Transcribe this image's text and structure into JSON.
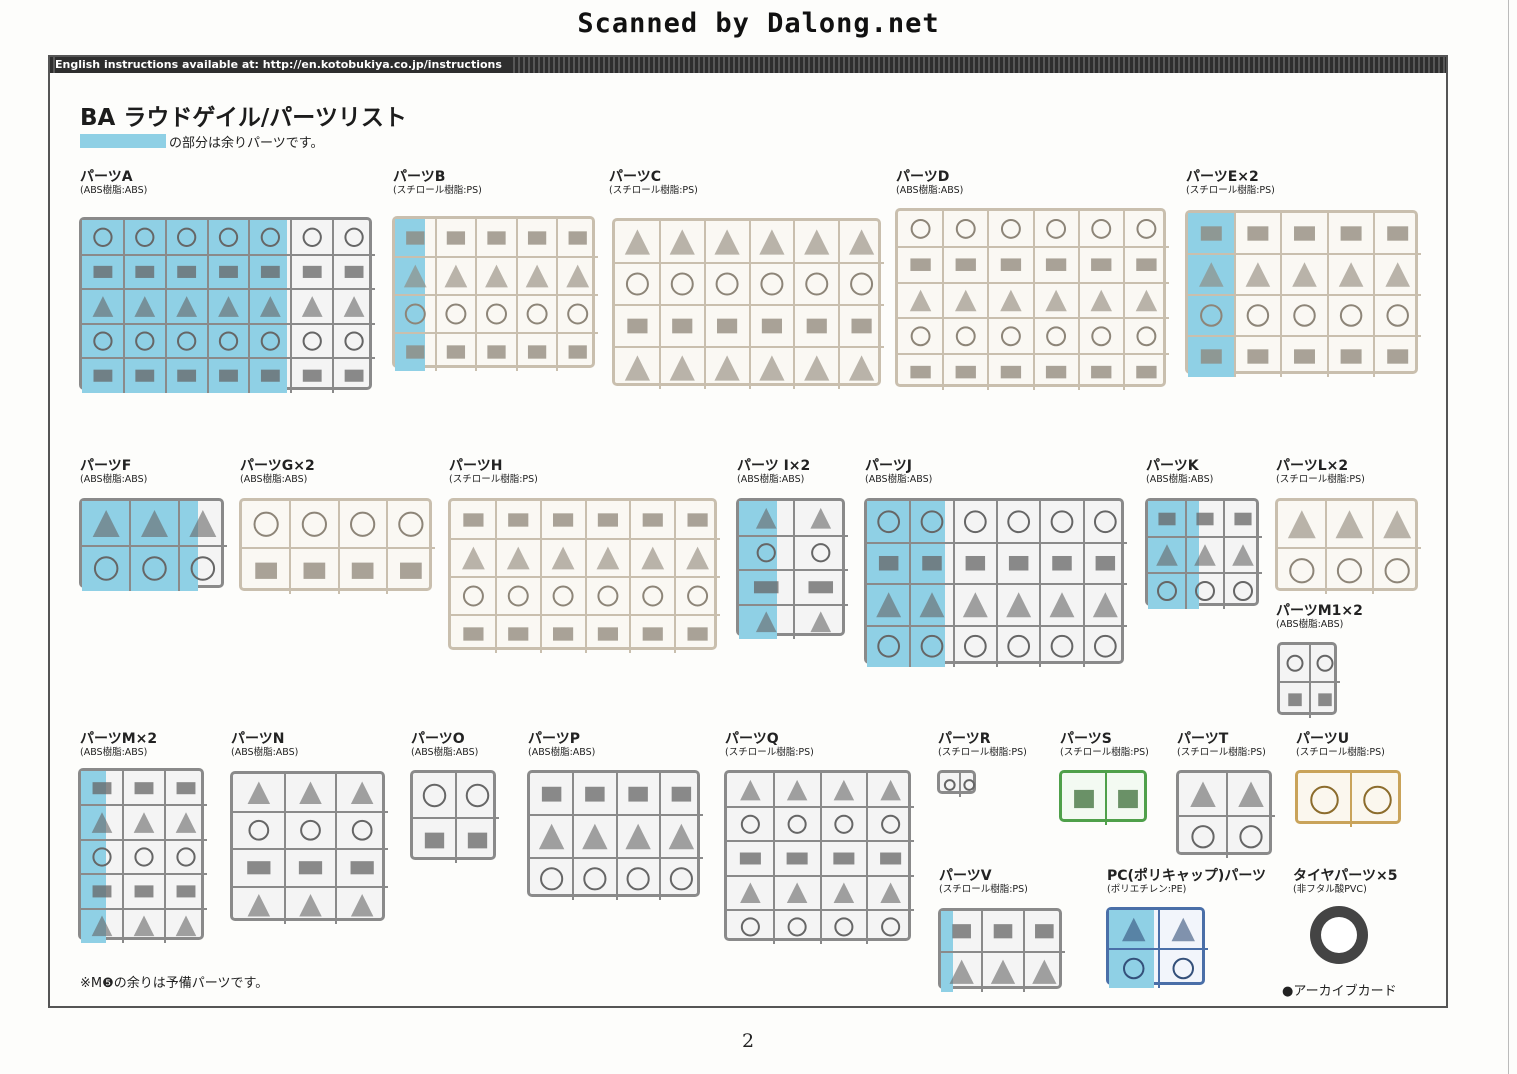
{
  "header": {
    "scan_credit": "Scanned by Dalong.net",
    "url_text": "English instructions available at: http://en.kotobukiya.co.jp/instructions"
  },
  "title": "BA ラウドゲイル/パーツリスト",
  "legend_text": "の部分は余りパーツです。",
  "colors": {
    "highlight": "#8fd0e5",
    "sprue_gray": "#8a8a8a",
    "sprue_beige": "#c9bfae",
    "sprue_green": "#4fa04a",
    "sprue_gold": "#c9a35a",
    "sprue_blue": "#4a6fa8"
  },
  "sprues": [
    {
      "id": "A",
      "name": "パーツA",
      "material": "(ABS樹脂:ABS)"
    },
    {
      "id": "B",
      "name": "パーツB",
      "material": "(スチロール樹脂:PS)"
    },
    {
      "id": "C",
      "name": "パーツC",
      "material": "(スチロール樹脂:PS)"
    },
    {
      "id": "D",
      "name": "パーツD",
      "material": "(ABS樹脂:ABS)"
    },
    {
      "id": "E",
      "name": "パーツE×2",
      "material": "(スチロール樹脂:PS)"
    },
    {
      "id": "F",
      "name": "パーツF",
      "material": "(ABS樹脂:ABS)"
    },
    {
      "id": "G",
      "name": "パーツG×2",
      "material": "(ABS樹脂:ABS)"
    },
    {
      "id": "H",
      "name": "パーツH",
      "material": "(スチロール樹脂:PS)"
    },
    {
      "id": "I",
      "name": "パーツ I×2",
      "material": "(ABS樹脂:ABS)"
    },
    {
      "id": "J",
      "name": "パーツJ",
      "material": "(ABS樹脂:ABS)"
    },
    {
      "id": "K",
      "name": "パーツK",
      "material": "(ABS樹脂:ABS)"
    },
    {
      "id": "L",
      "name": "パーツL×2",
      "material": "(スチロール樹脂:PS)"
    },
    {
      "id": "M1",
      "name": "パーツM1×2",
      "material": "(ABS樹脂:ABS)"
    },
    {
      "id": "M",
      "name": "パーツM×2",
      "material": "(ABS樹脂:ABS)"
    },
    {
      "id": "N",
      "name": "パーツN",
      "material": "(ABS樹脂:ABS)"
    },
    {
      "id": "O",
      "name": "パーツO",
      "material": "(ABS樹脂:ABS)"
    },
    {
      "id": "P",
      "name": "パーツP",
      "material": "(ABS樹脂:ABS)"
    },
    {
      "id": "Q",
      "name": "パーツQ",
      "material": "(スチロール樹脂:PS)"
    },
    {
      "id": "R",
      "name": "パーツR",
      "material": "(スチロール樹脂:PS)"
    },
    {
      "id": "S",
      "name": "パーツS",
      "material": "(スチロール樹脂:PS)"
    },
    {
      "id": "T",
      "name": "パーツT",
      "material": "(スチロール樹脂:PS)"
    },
    {
      "id": "U",
      "name": "パーツU",
      "material": "(スチロール樹脂:PS)"
    },
    {
      "id": "V",
      "name": "パーツV",
      "material": "(スチロール樹脂:PS)"
    },
    {
      "id": "PC",
      "name": "PC(ポリキャップ)パーツ",
      "material": "(ポリエチレン:PE)"
    },
    {
      "id": "TIRE",
      "name": "タイヤパーツ×5",
      "material": "(非フタル酸PVC)"
    }
  ],
  "note": "※M❺の余りは予備パーツです。",
  "archive_card": "●アーカイブカード",
  "page_number": "2"
}
